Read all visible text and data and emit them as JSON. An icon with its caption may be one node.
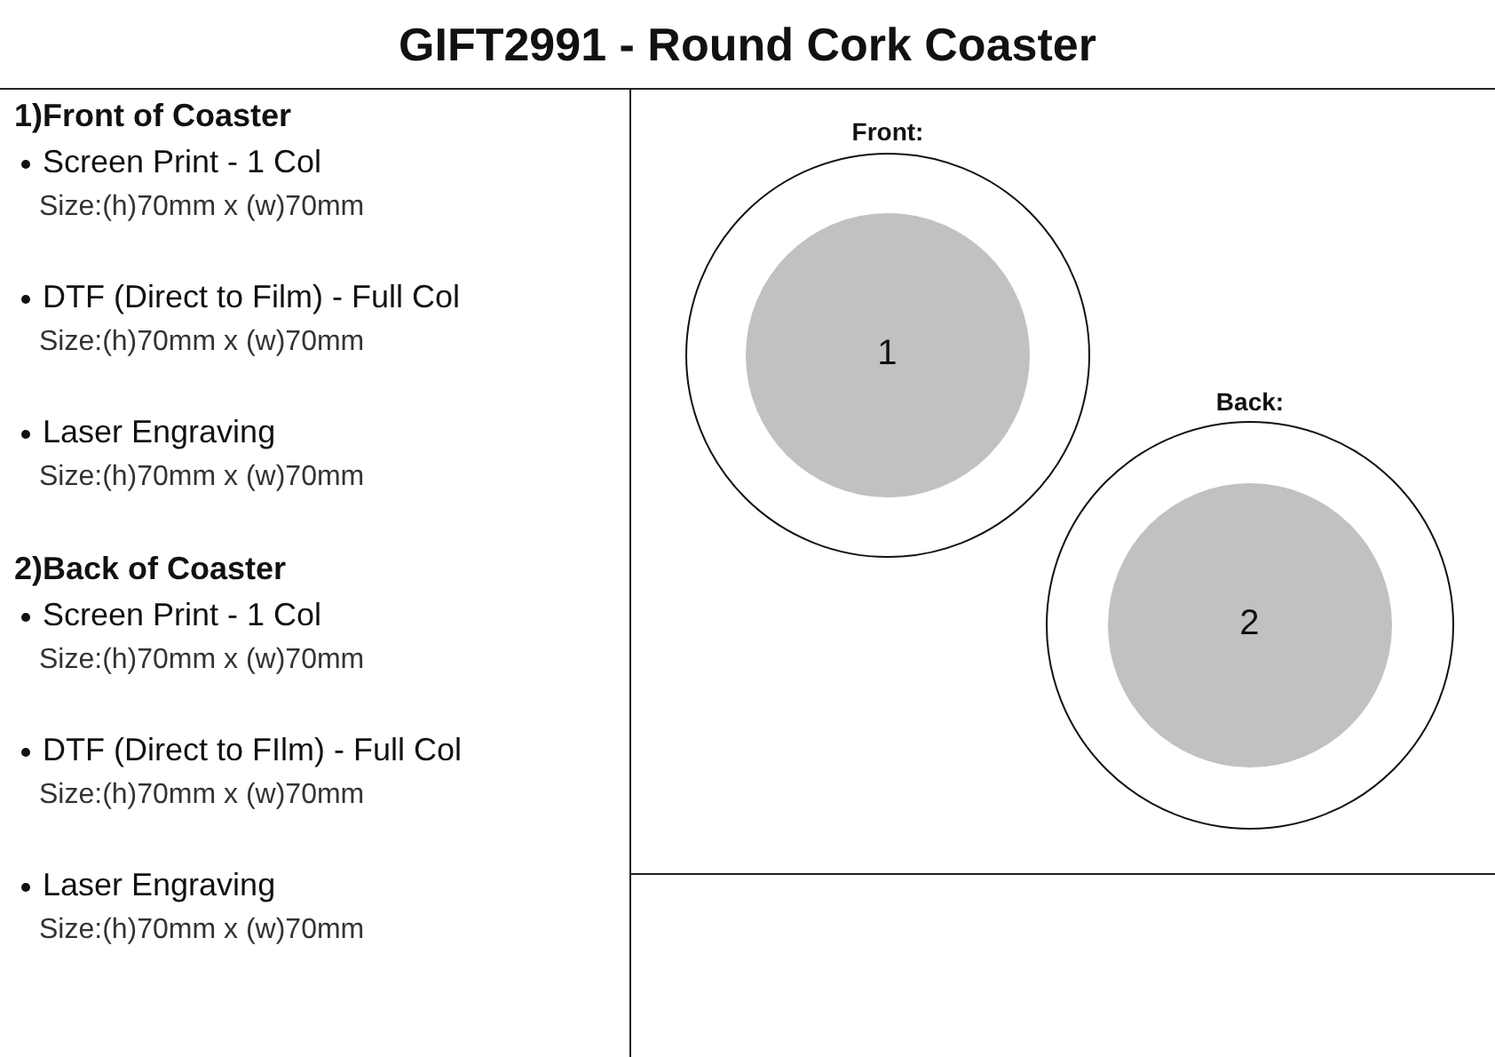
{
  "diagram": {
    "title": "GIFT2991 - Round Cork Coaster",
    "nodes": [
      {
        "text": [
          "Front:"
        ]
      },
      {
        "text": [
          "1"
        ],
        "in": 0
      },
      {
        "text": [
          "Back:"
        ]
      },
      {
        "text": [
          "2"
        ],
        "in": 2
      }
    ],
    "labels": [
      "1)Front of Coaster",
      "Screen Print - 1 Col",
      "Size:(h)70mm x (w)70mm",
      "DTF (Direct to Film) - Full Col",
      "Size:(h)70mm x (w)70mm",
      "Laser Engraving",
      "Size:(h)70mm x (w)70mm",
      "2)Back of Coaster",
      "Screen Print - 1 Col",
      "Size:(h)70mm x (w)70mm",
      "DTF (Direct to FIlm) - Full Col",
      "Size:(h)70mm x (w)70mm",
      "Laser Engraving",
      "Size:(h)70mm x (w)70mm"
    ]
  }
}
